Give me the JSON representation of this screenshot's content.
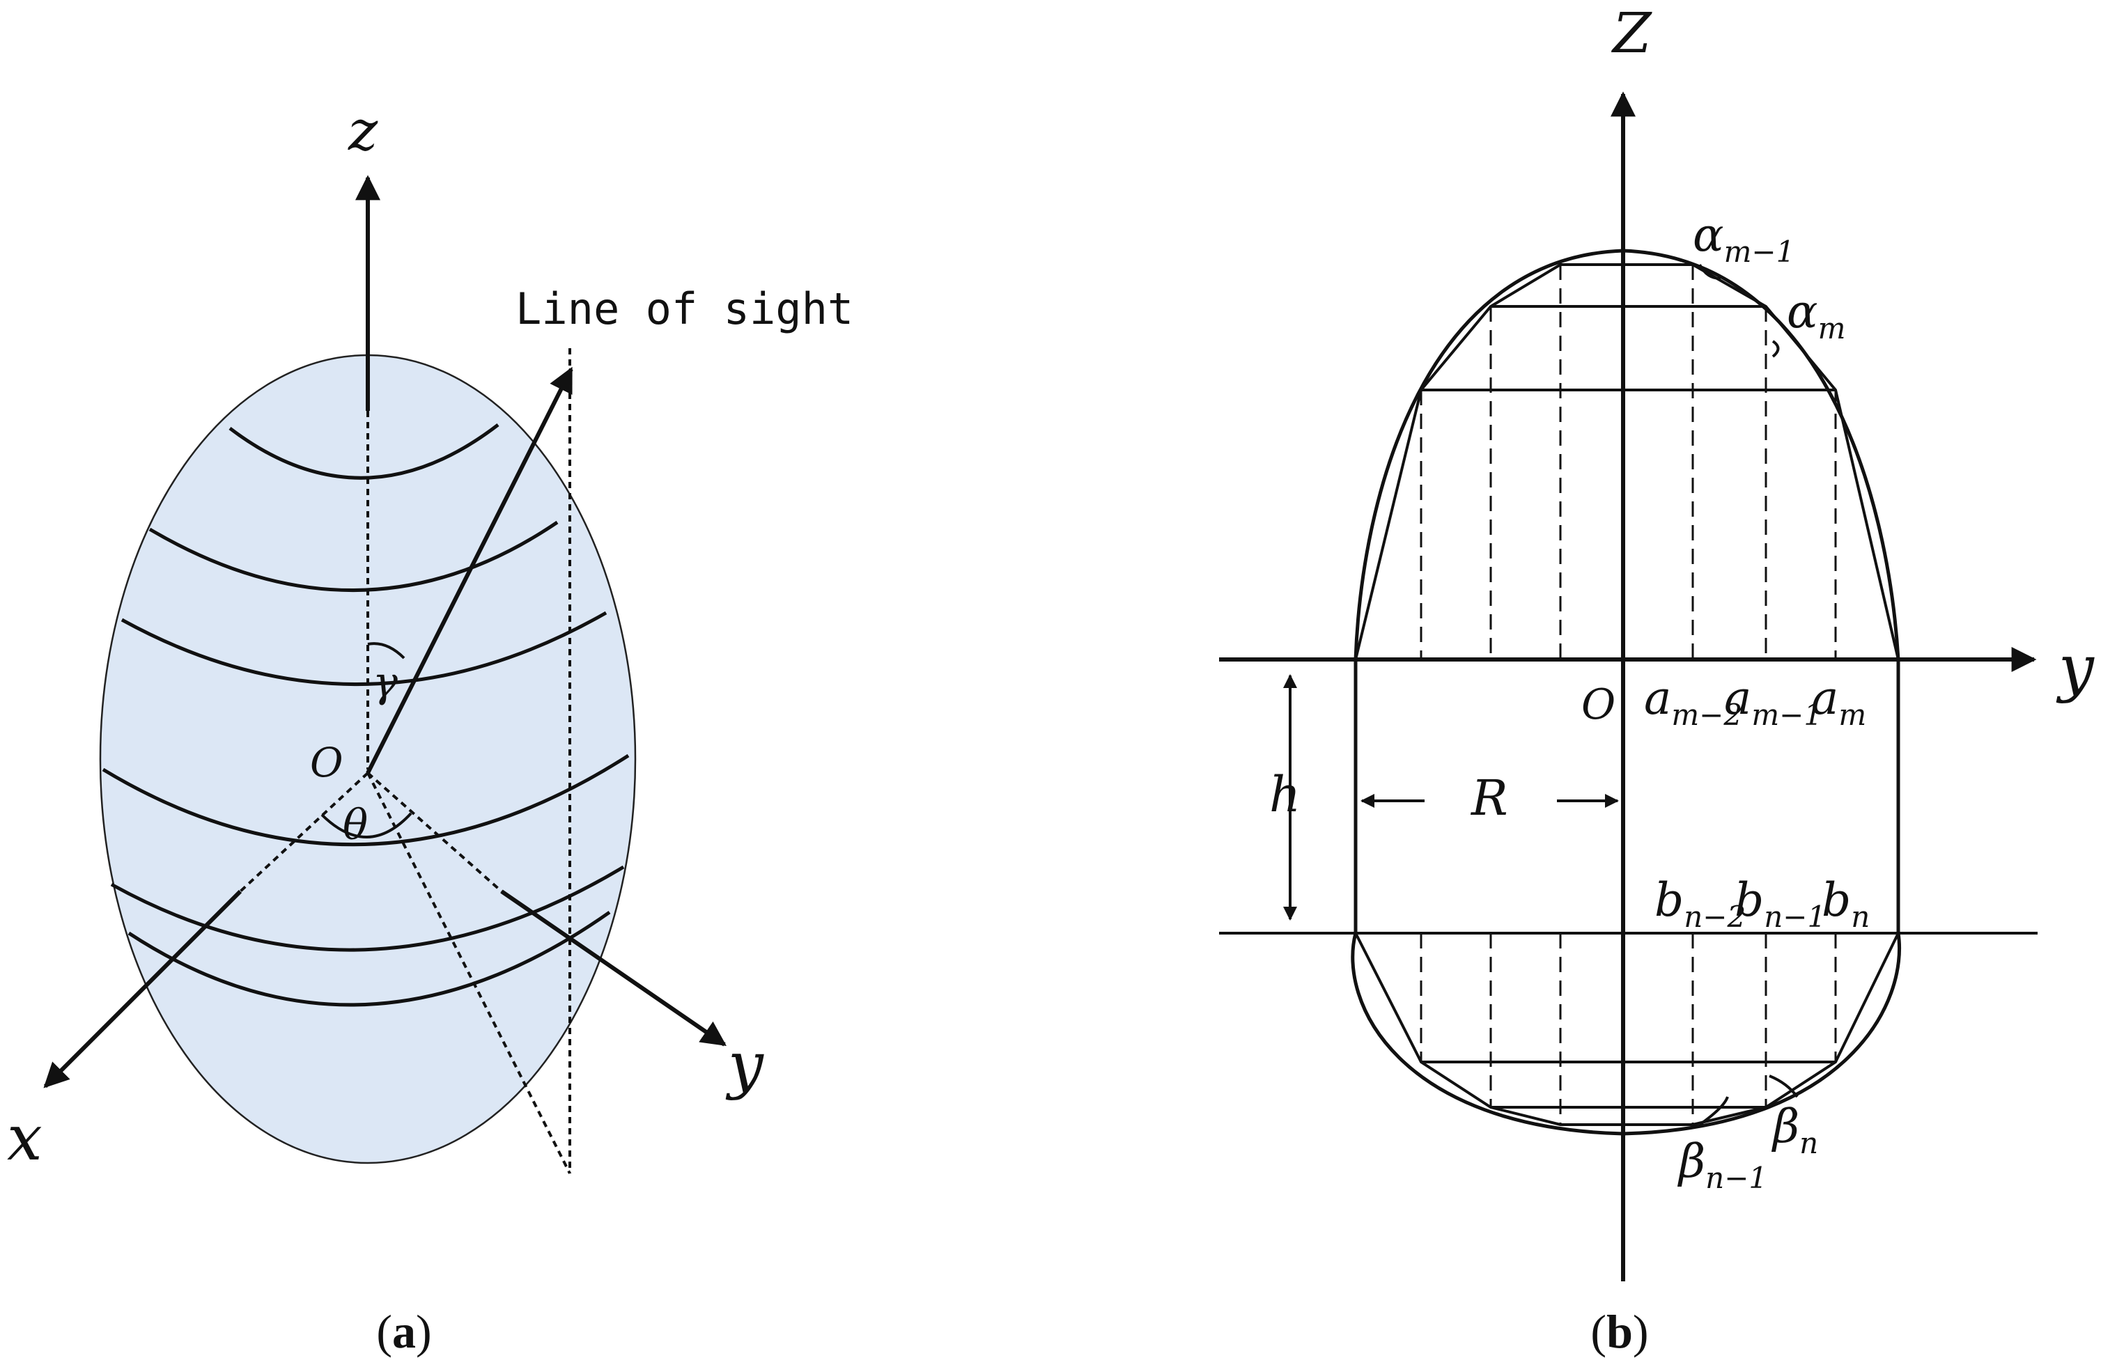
{
  "panel_a": {
    "axis_z": "z",
    "axis_x": "x",
    "axis_y": "y",
    "origin": "O",
    "angle_gamma": "γ",
    "angle_theta": "θ",
    "line_of_sight": "Line of sight",
    "caption_open": "(",
    "caption_letter": "a",
    "caption_close": ")",
    "fill_color": "#dce7f5"
  },
  "panel_b": {
    "axis_z": "Z",
    "axis_y": "y",
    "origin": "O",
    "height": "h",
    "radius": "R",
    "top_labels": [
      {
        "base": "a",
        "sub": "m−2"
      },
      {
        "base": "a",
        "sub": "m−1"
      },
      {
        "base": "a",
        "sub": "m"
      }
    ],
    "bottom_labels": [
      {
        "base": "b",
        "sub": "n−2"
      },
      {
        "base": "b",
        "sub": "n−1"
      },
      {
        "base": "b",
        "sub": "n"
      }
    ],
    "alpha_labels": [
      {
        "base": "α",
        "sub": "m−1"
      },
      {
        "base": "α",
        "sub": "m"
      }
    ],
    "beta_labels": [
      {
        "base": "β",
        "sub": "n−1"
      },
      {
        "base": "β",
        "sub": "n"
      }
    ],
    "caption_open": "(",
    "caption_letter": "b",
    "caption_close": ")"
  }
}
